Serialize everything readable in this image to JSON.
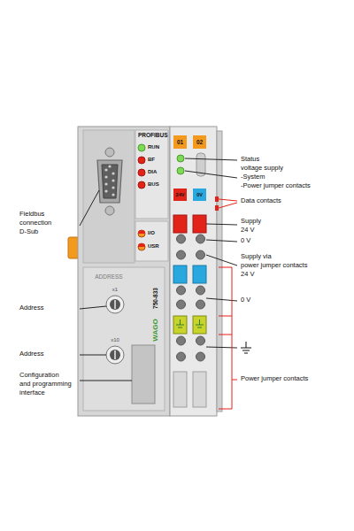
{
  "diagram": {
    "labels": [
      "PROFIBUS",
      "RUN",
      "BF",
      "DIA",
      "BUS",
      "I/O",
      "USR",
      "ADDRESS",
      "x1",
      "x10",
      "750-833",
      "WAGO",
      "01",
      "02",
      "24V",
      "0V",
      "Fieldbus",
      "connection",
      "D-Sub",
      "Address",
      "Address",
      "Configuration",
      "and programming",
      "interface",
      "Status",
      "voltage supply",
      "-System",
      "-Power jumper contacts",
      "Data contacts",
      "Supply",
      "24 V",
      "0 V",
      "Supply via",
      "power jumper contacts",
      "24 V",
      "0 V",
      "Power jumper contacts"
    ]
  }
}
